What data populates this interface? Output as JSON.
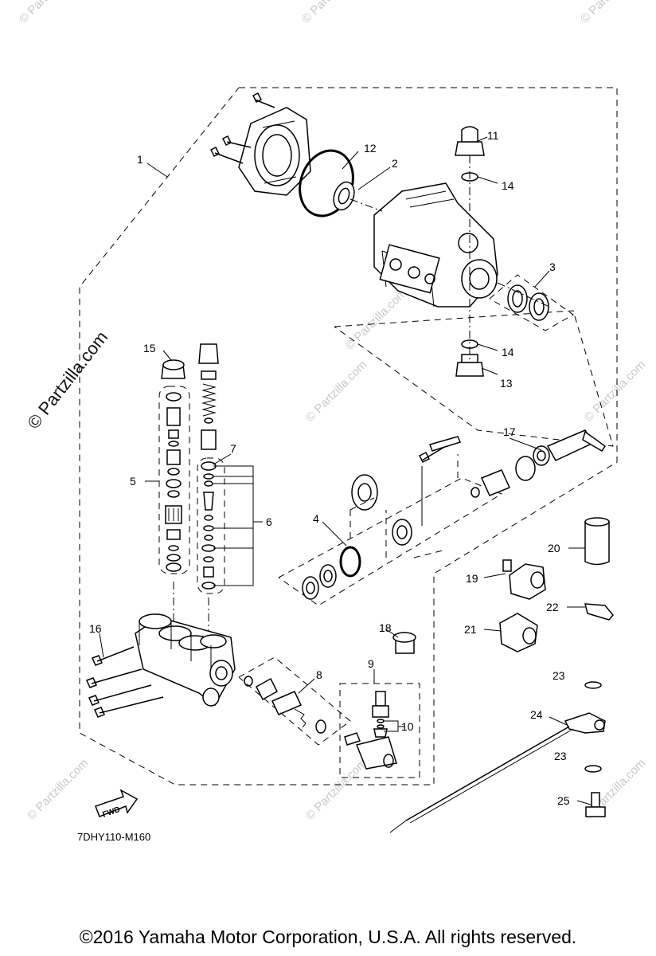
{
  "watermark": {
    "text": "© Partzilla.com",
    "small_text": "© Partzilla"
  },
  "diagram_code": "7DHY110-M160",
  "fwd_label": "FWD",
  "callouts": [
    "1",
    "2",
    "3",
    "4",
    "5",
    "6",
    "7",
    "8",
    "9",
    "10",
    "11",
    "12",
    "13",
    "14",
    "14",
    "15",
    "16",
    "17",
    "18",
    "19",
    "20",
    "21",
    "22",
    "23",
    "23",
    "24",
    "25"
  ],
  "copyright": "©2016  Yamaha Motor Corporation, U.S.A. All rights reserved."
}
